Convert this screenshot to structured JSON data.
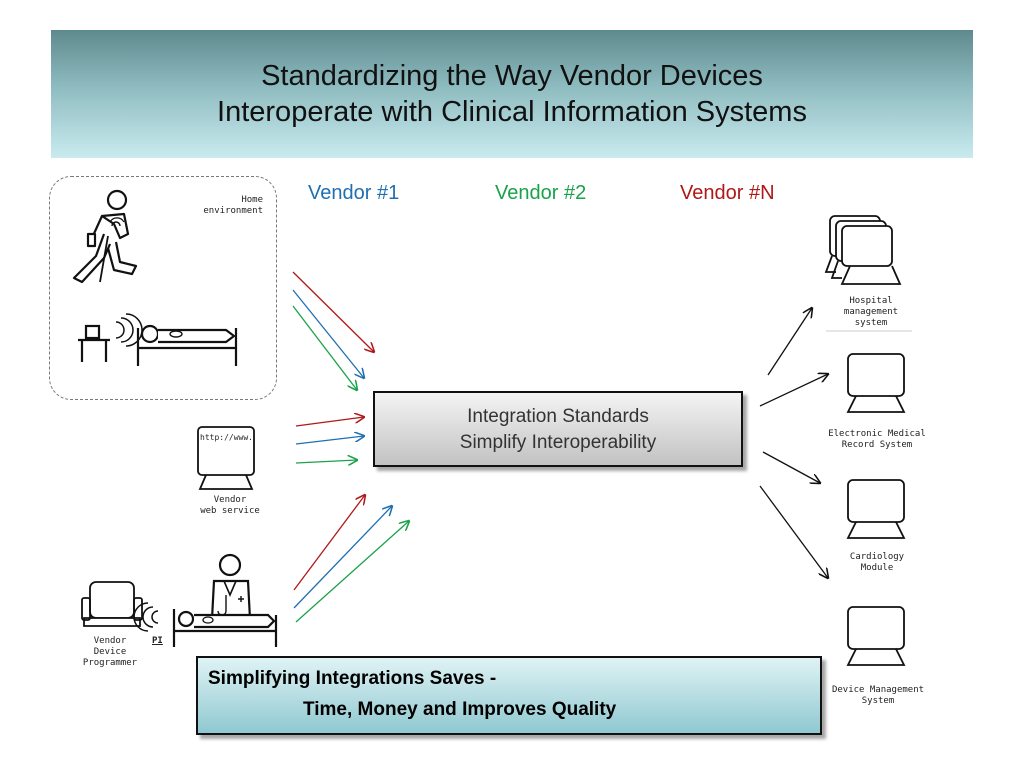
{
  "title": {
    "line1": "Standardizing the Way Vendor Devices",
    "line2": "Interoperate with Clinical Information Systems"
  },
  "vendors": {
    "v1": {
      "label": "Vendor #1",
      "color": "#1f6fb3"
    },
    "v2": {
      "label": "Vendor #2",
      "color": "#1aa24a"
    },
    "vn": {
      "label": "Vendor #N",
      "color": "#b01818"
    }
  },
  "center": {
    "line1": "Integration Standards",
    "line2": "Simplify Interoperability"
  },
  "left_nodes": {
    "home": "Home\nenvironment",
    "web_url": "http://www.",
    "web": "Vendor\nweb service",
    "programmer": "Vendor\nDevice\nProgrammer",
    "pi": "PI"
  },
  "right_nodes": {
    "hospital": "Hospital\nmanagement\nsystem",
    "emr": "Electronic Medical\nRecord System",
    "cardio": "Cardiology\nModule",
    "dms": "Device Management\nSystem"
  },
  "bottom": {
    "line1": "Simplifying Integrations Saves -",
    "line2": "Time, Money and Improves Quality"
  }
}
